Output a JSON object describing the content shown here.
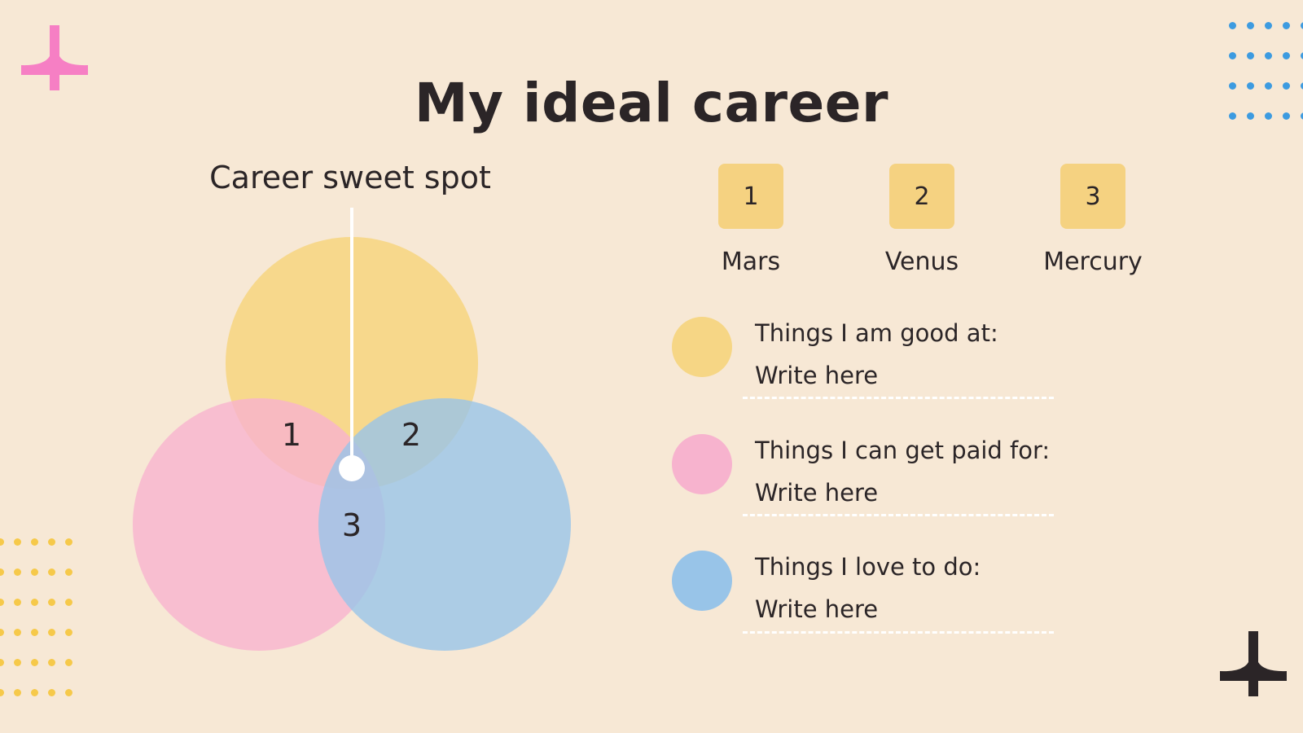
{
  "title": "My ideal career",
  "diagram": {
    "label": "Career sweet spot",
    "circles": [
      {
        "name": "Things I am good at",
        "color": "#f6d685"
      },
      {
        "name": "Things I can get paid for",
        "color": "#f7b3ce"
      },
      {
        "name": "Things I love to do",
        "color": "#98c4e8"
      }
    ],
    "region_labels": [
      "1",
      "2",
      "3"
    ]
  },
  "key": [
    {
      "number": "1",
      "name": "Mars"
    },
    {
      "number": "2",
      "name": "Venus"
    },
    {
      "number": "3",
      "name": "Mercury"
    }
  ],
  "legend": [
    {
      "label": "Things I am good at:",
      "value": "Write here",
      "color": "#f6d685"
    },
    {
      "label": "Things I can get paid for:",
      "value": "Write here",
      "color": "#f7b3ce"
    },
    {
      "label": "Things I love to do:",
      "value": "Write here",
      "color": "#98c4e8"
    }
  ],
  "colors": {
    "background": "#f7e8d5",
    "badge": "#f5d281",
    "pink_accent": "#f67fc4",
    "dark_accent": "#2b2527",
    "blue_dots": "#3d9be0",
    "yellow_dots": "#f6c94a"
  },
  "icons": [
    "pink-jet-icon",
    "dark-jet-icon"
  ]
}
